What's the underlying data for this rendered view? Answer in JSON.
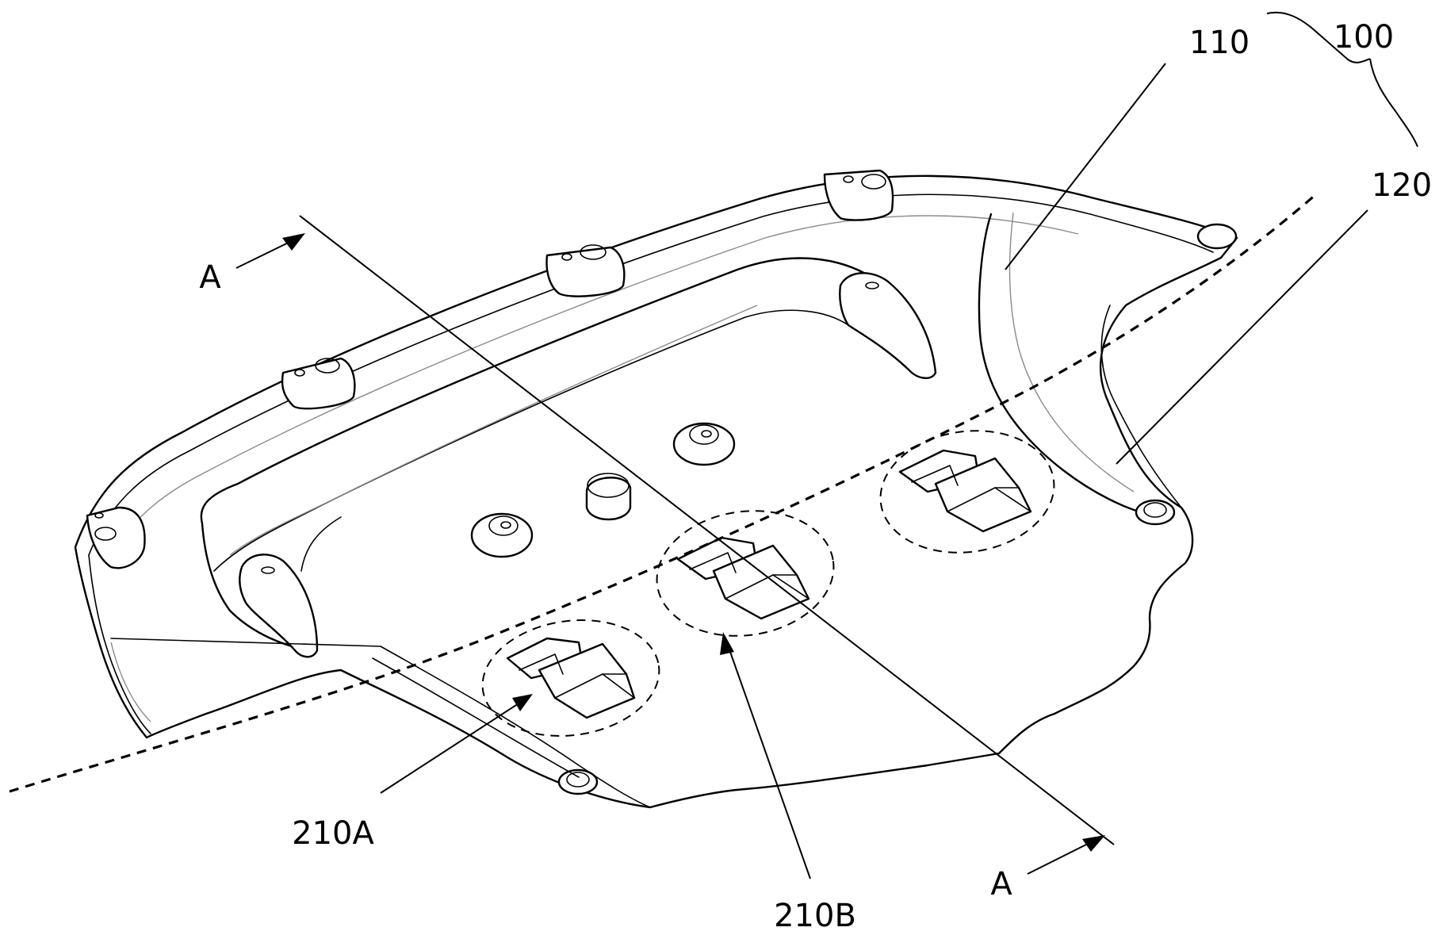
{
  "labels": {
    "assembly": "100",
    "first_part": "110",
    "second_part": "120",
    "clip_a": "210A",
    "clip_b": "210B",
    "section_top": "A",
    "section_bottom": "A"
  }
}
